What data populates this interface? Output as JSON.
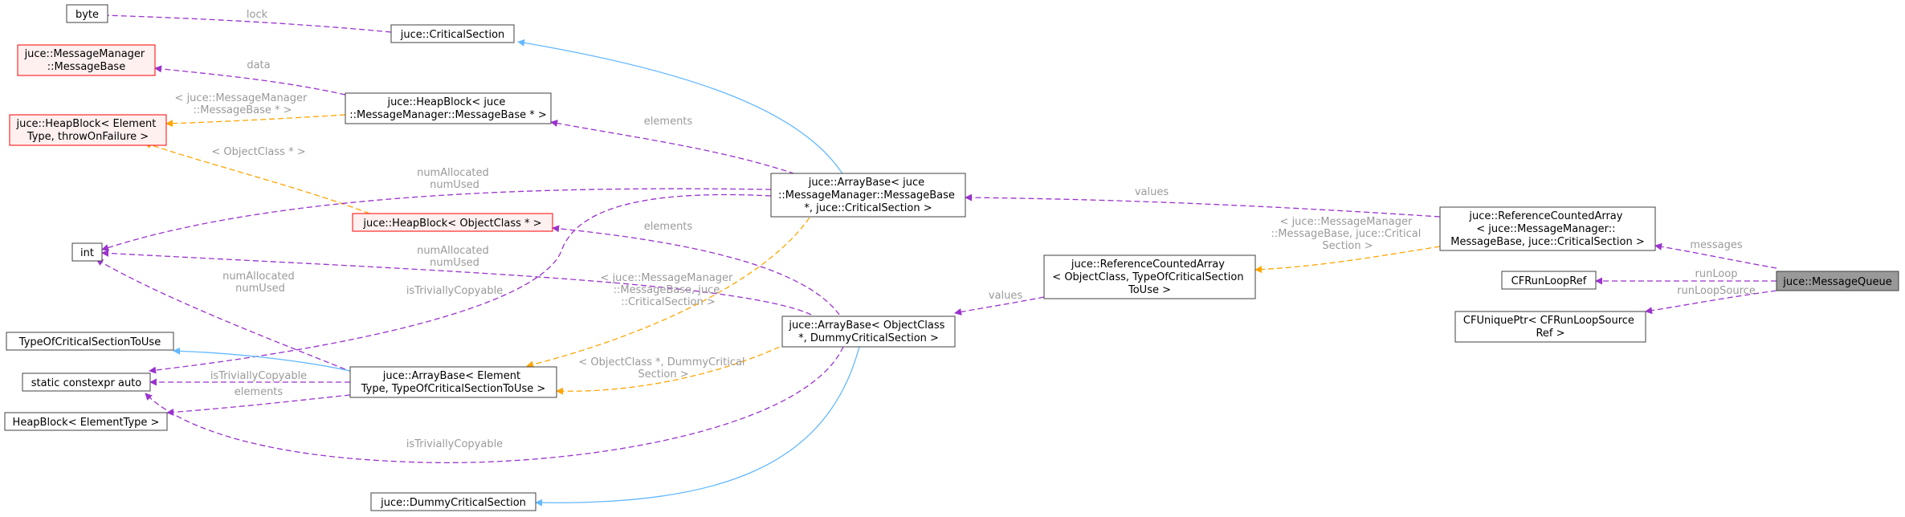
{
  "colors": {
    "usage_edge": "#9a32cd",
    "template_edge": "#ffa500",
    "inherit_edge": "#63b8ff",
    "node_border": "#404040",
    "incomplete_border": "#ff0000",
    "incomplete_fill": "#fff0f0",
    "highlight_fill": "#999999",
    "label_text": "#9a9a9a"
  },
  "nodes": {
    "byte": [
      "byte"
    ],
    "critical_section": [
      "juce::CriticalSection"
    ],
    "message_base": [
      "juce::MessageManager",
      "::MessageBase"
    ],
    "heapblock_generic": [
      "juce::HeapBlock< Element",
      "Type, throwOnFailure >"
    ],
    "heapblock_msgbase": [
      "juce::HeapBlock< juce",
      "::MessageManager::MessageBase * >"
    ],
    "int": [
      "int"
    ],
    "heapblock_objclass": [
      "juce::HeapBlock< ObjectClass * >"
    ],
    "arraybase_msg": [
      "juce::ArrayBase< juce",
      "::MessageManager::MessageBase",
      "*, juce::CriticalSection >"
    ],
    "type_of_cs": [
      "TypeOfCriticalSectionToUse"
    ],
    "static_constexpr": [
      "static constexpr auto"
    ],
    "heapblock_elem": [
      "HeapBlock< ElementType >"
    ],
    "arraybase_generic": [
      "juce::ArrayBase< Element",
      "Type, TypeOfCriticalSectionToUse >"
    ],
    "arraybase_obj": [
      "juce::ArrayBase< ObjectClass",
      "*, DummyCriticalSection >"
    ],
    "dummy_cs": [
      "juce::DummyCriticalSection"
    ],
    "refcounted_generic": [
      "juce::ReferenceCountedArray",
      "< ObjectClass, TypeOfCriticalSection",
      "ToUse >"
    ],
    "refcounted_msg": [
      "juce::ReferenceCountedArray",
      "< juce::MessageManager::",
      "MessageBase, juce::CriticalSection >"
    ],
    "cfrunloopref": [
      "CFRunLoopRef"
    ],
    "cfuniqueptr": [
      "CFUniquePtr< CFRunLoopSource",
      "Ref >"
    ],
    "message_queue": [
      "juce::MessageQueue"
    ]
  },
  "edge_labels": {
    "lock": [
      "lock"
    ],
    "data": [
      "data"
    ],
    "tmpl_msgbase": [
      "< juce::MessageManager",
      "::MessageBase * >"
    ],
    "tmpl_objclass": [
      "< ObjectClass * >"
    ],
    "elements_top": [
      "elements"
    ],
    "num_top": [
      "numAllocated",
      "numUsed"
    ],
    "num_mid": [
      "numAllocated",
      "numUsed"
    ],
    "num_low": [
      "numAllocated",
      "numUsed"
    ],
    "elements_mid": [
      "elements"
    ],
    "trivially_mid": [
      "isTriviallyCopyable"
    ],
    "tmpl_msg_cs": [
      "< juce::MessageManager",
      "::MessageBase, juce",
      "::CriticalSection >"
    ],
    "tmpl_obj_dummy": [
      "< ObjectClass *, DummyCritical",
      "Section >"
    ],
    "trivially_left": [
      "isTriviallyCopyable"
    ],
    "elements_left": [
      "elements"
    ],
    "trivially_bottom": [
      "isTriviallyCopyable"
    ],
    "values_top": [
      "values"
    ],
    "tmpl_refc": [
      "< juce::MessageManager",
      "::MessageBase, juce::Critical",
      "Section >"
    ],
    "values_mid": [
      "values"
    ],
    "messages": [
      "messages"
    ],
    "runloop": [
      "runLoop"
    ],
    "runloopsource": [
      "runLoopSource"
    ]
  }
}
